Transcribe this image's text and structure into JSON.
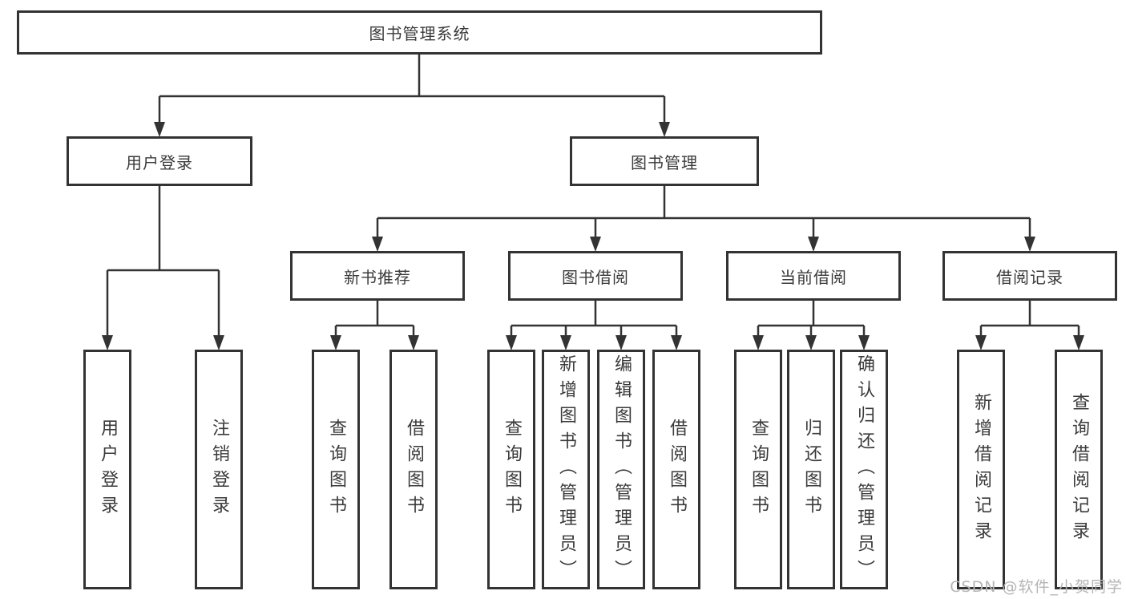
{
  "diagram": {
    "root": {
      "label": "图书管理系统"
    },
    "level2": [
      {
        "label": "用户登录"
      },
      {
        "label": "图书管理"
      }
    ],
    "level3": [
      {
        "label": "新书推荐"
      },
      {
        "label": "图书借阅"
      },
      {
        "label": "当前借阅"
      },
      {
        "label": "借阅记录"
      }
    ],
    "leaves": [
      {
        "label": "用户登录"
      },
      {
        "label": "注销登录"
      },
      {
        "label": "查询图书"
      },
      {
        "label": "借阅图书"
      },
      {
        "label": "查询图书"
      },
      {
        "label": "新增图书（管理员）"
      },
      {
        "label": "编辑图书（管理员）"
      },
      {
        "label": "借阅图书"
      },
      {
        "label": "查询图书"
      },
      {
        "label": "归还图书"
      },
      {
        "label": "确认归还（管理员）"
      },
      {
        "label": "新增借阅记录"
      },
      {
        "label": "查询借阅记录"
      }
    ]
  },
  "watermark": {
    "text": "CSDN @软件_小贺同学"
  },
  "colors": {
    "line": "#333333",
    "text": "#3a3a3a",
    "watermark": "#b5b5b5",
    "background": "#ffffff"
  }
}
